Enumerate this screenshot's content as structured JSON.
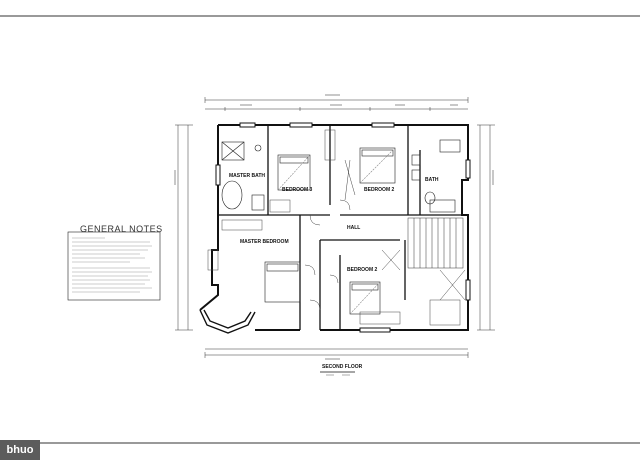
{
  "general_notes": {
    "title": "GENERAL NOTES"
  },
  "rooms": {
    "master_bath": "MASTER BATH",
    "bedroom_3": "BEDROOM 3",
    "bedroom_2_top": "BEDROOM 2",
    "bath": "BATH",
    "hall": "HALL",
    "master_bedroom": "MASTER BEDROOM",
    "bedroom_2": "BEDROOM 2"
  },
  "drawing": {
    "title": "SECOND FLOOR"
  },
  "watermark": {
    "text": "bhuo"
  }
}
